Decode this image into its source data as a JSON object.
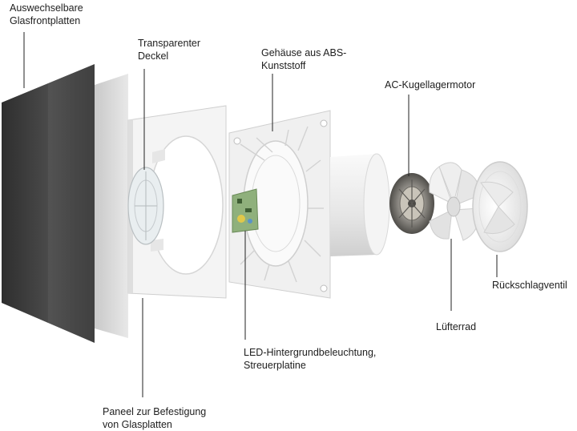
{
  "diagram": {
    "labels": {
      "glass_panels": {
        "line1": "Auswechselbare",
        "line2": "Glasfrontplatten"
      },
      "cover": {
        "line1": "Transparenter",
        "line2": "Deckel"
      },
      "housing": {
        "line1": "Gehäuse aus ABS-",
        "line2": "Kunststoff"
      },
      "motor": {
        "line1": "AC-Kugellagermotor"
      },
      "check_valve": {
        "line1": "Rückschlagventil"
      },
      "impeller": {
        "line1": "Lüfterrad"
      },
      "led_board": {
        "line1": "LED-Hintergrundbeleuchtung,",
        "line2": "Streuerplatine"
      },
      "mount_panel": {
        "line1": "Paneel zur Befestigung",
        "line2": "von Glasplatten"
      }
    }
  },
  "colors": {
    "glass_dark": "#3b3b3b",
    "glass_light": "#d6d6d6",
    "plastic": "#f1f1f1",
    "leader": "#222222"
  }
}
